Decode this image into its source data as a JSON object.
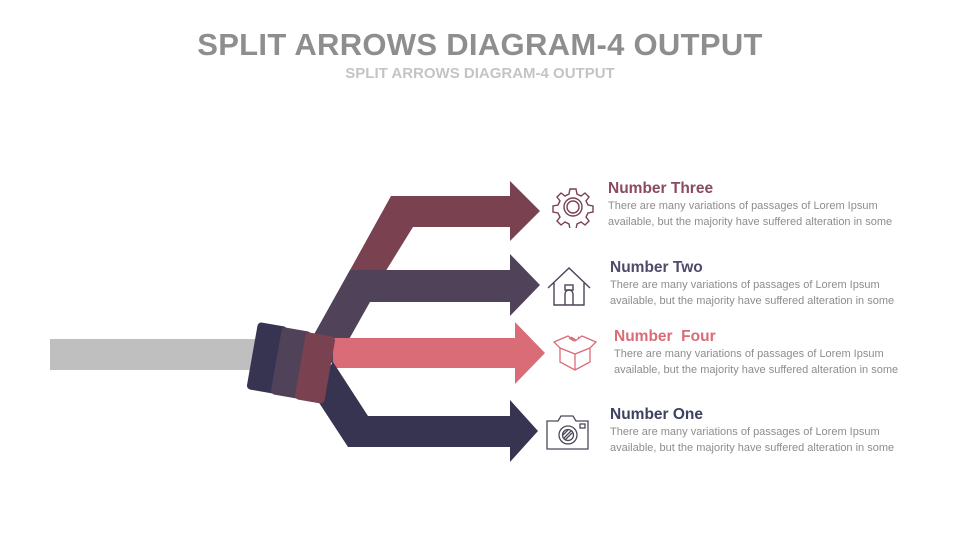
{
  "title": "SPLIT ARROWS DIAGRAM-4 OUTPUT",
  "subtitle": "SPLIT ARROWS DIAGRAM-4 OUTPUT",
  "colors": {
    "three": "#7a4151",
    "two": "#4f4259",
    "four": "#d96c76",
    "one": "#363450",
    "input": "#bfbfbf"
  },
  "items": [
    {
      "title": "Number Three",
      "icon": "gear-icon",
      "description": "There are many variations of passages of Lorem Ipsum available, but the majority have suffered alteration in some"
    },
    {
      "title": "Number Two",
      "icon": "house-icon",
      "description": "There are many variations of passages of Lorem Ipsum available, but the majority have suffered alteration in some"
    },
    {
      "title": "Number  Four",
      "icon": "open-box-icon",
      "description": "There are many variations of passages of Lorem Ipsum available, but the majority have suffered alteration in some"
    },
    {
      "title": "Number One",
      "icon": "camera-icon",
      "description": "There are many variations of passages of Lorem Ipsum available, but the majority have suffered alteration in some"
    }
  ]
}
